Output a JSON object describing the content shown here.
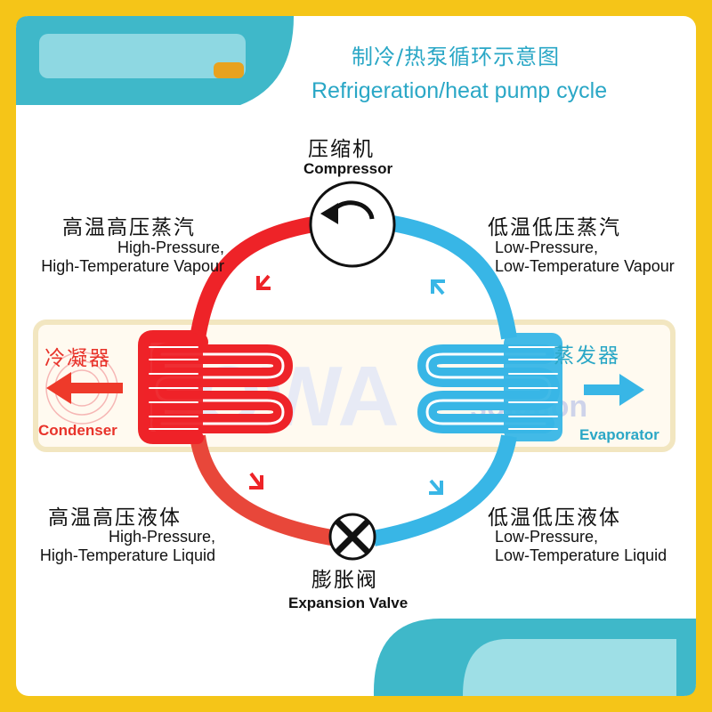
{
  "title": {
    "zh": "制冷/热泵循环示意图",
    "en": "Refrigeration/heat pump cycle"
  },
  "compressor": {
    "zh": "压缩机",
    "en": "Compressor"
  },
  "expansion_valve": {
    "zh": "膨胀阀",
    "en": "Expansion Valve"
  },
  "condenser": {
    "zh": "冷凝器",
    "en": "Condenser"
  },
  "evaporator": {
    "zh": "蒸发器",
    "en": "Evaporator"
  },
  "hp_vapour": {
    "zh": "高温高压蒸汽",
    "en1": "High-Pressure,",
    "en2": "High-Temperature Vapour"
  },
  "lp_vapour": {
    "zh": "低温低压蒸汽",
    "en1": "Low-Pressure,",
    "en2": "Low-Temperature Vapour"
  },
  "hp_liquid": {
    "zh": "高温高压液体",
    "en1": "High-Pressure,",
    "en2": "High-Temperature Liquid"
  },
  "lp_liquid": {
    "zh": "低温低压液体",
    "en1": "Low-Pressure,",
    "en2": "Low-Temperature Liquid"
  },
  "watermark": {
    "brand": "DOWA",
    "sub": "solution"
  },
  "colors": {
    "hot": "#ee2328",
    "cold": "#38b6e6",
    "title": "#2aa7c6",
    "frame": "#f5c518",
    "panel_teal": "#3fb8c9"
  }
}
